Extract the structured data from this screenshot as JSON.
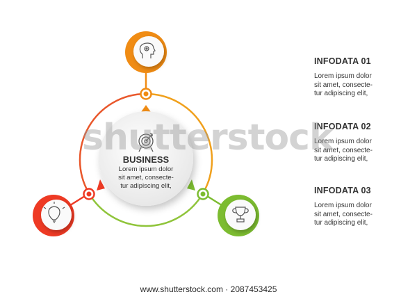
{
  "diagram": {
    "center": {
      "title": "BUSINESS",
      "description": "Lorem ipsum dolor sit amet, consecte-tur adipiscing elit,",
      "icon": "target-icon"
    },
    "nodes": [
      {
        "icon": "head-gear-icon",
        "color": "#f08c14"
      },
      {
        "icon": "lightbulb-icon",
        "color": "#ee3a24"
      },
      {
        "icon": "trophy-icon",
        "color": "#7cbc30"
      }
    ],
    "arc_colors": [
      "#e9572b",
      "#f0a01c",
      "#8fc43a"
    ]
  },
  "info_items": [
    {
      "title": "INFODATA 01",
      "line1": "Lorem ipsum dolor",
      "line2": "sit amet, consecte-",
      "line3": "tur adipiscing elit,"
    },
    {
      "title": "INFODATA 02",
      "line1": "Lorem ipsum dolor",
      "line2": "sit amet, consecte-",
      "line3": "tur adipiscing elit,"
    },
    {
      "title": "INFODATA 03",
      "line1": "Lorem ipsum dolor",
      "line2": "sit amet, consecte-",
      "line3": "tur adipiscing elit,"
    }
  ],
  "center_lines": [
    "Lorem ipsum dolor",
    "sit amet, consecte-",
    "tur adipiscing elit,"
  ],
  "watermark": "shutterstock",
  "footer": "www.shutterstock.com · 2087453425"
}
